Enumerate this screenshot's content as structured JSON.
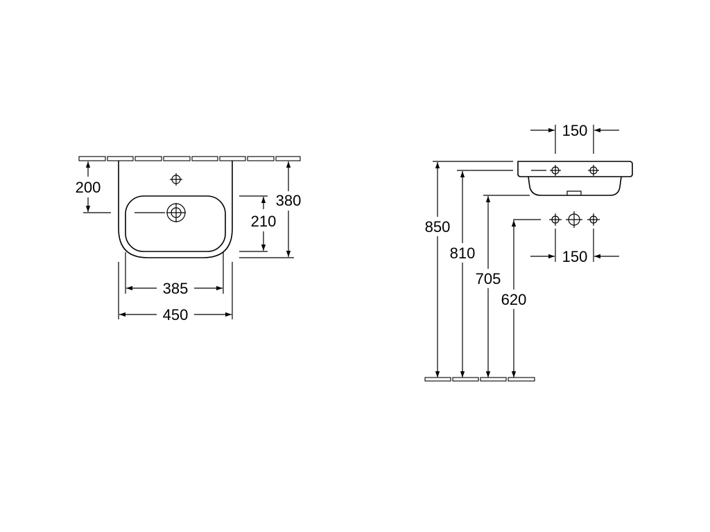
{
  "front_view": {
    "dims": {
      "tap_hole_height": "200",
      "bowl_depth": "210",
      "total_projection": "380",
      "bowl_width": "385",
      "total_width": "450"
    }
  },
  "side_view": {
    "dims": {
      "tap_spacing_top": "150",
      "tap_spacing_bottom": "150",
      "height_rim": "850",
      "height_810": "810",
      "height_705": "705",
      "height_620": "620"
    }
  },
  "colors": {
    "line": "#000000",
    "background": "#ffffff"
  }
}
